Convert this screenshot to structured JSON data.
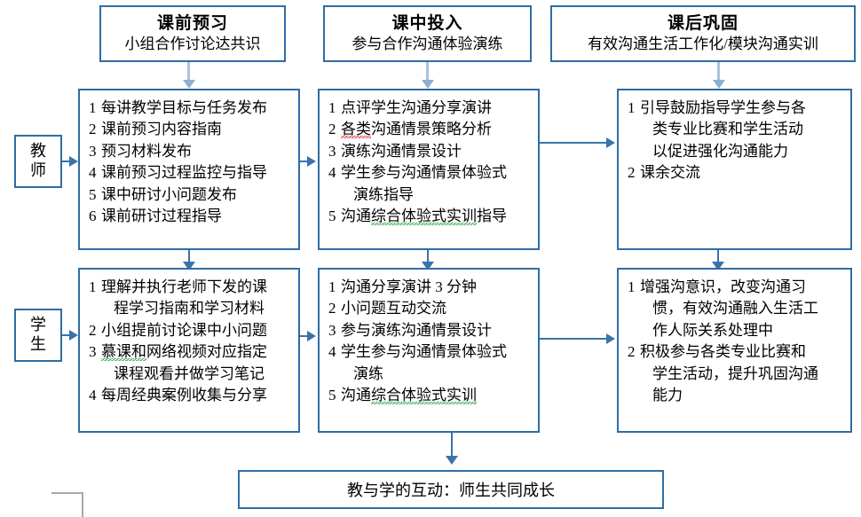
{
  "diagram": {
    "title_bottom": "教与学的互动：师生共同成长",
    "accent_color": "#2e6da4",
    "line_color": "#3a73a9",
    "roles": [
      {
        "name": "teacher",
        "chars": [
          "教",
          "师"
        ]
      },
      {
        "name": "student",
        "chars": [
          "学",
          "生"
        ]
      }
    ],
    "columns": [
      {
        "key": "before_class",
        "heading_main": "课前预习",
        "heading_sub": "小组合作讨论达共识"
      },
      {
        "key": "during_class",
        "heading_main": "课中投入",
        "heading_sub": "参与合作沟通体验演练"
      },
      {
        "key": "after_class",
        "heading_main": "课后巩固",
        "heading_sub": "有效沟通生活工作化/模块沟通实训"
      }
    ],
    "teacher_row": {
      "before_class": [
        {
          "n": "1",
          "lines": [
            {
              "t": "每讲教学目标与任务发布"
            }
          ]
        },
        {
          "n": "2",
          "lines": [
            {
              "t": "课前预习内容指南"
            }
          ]
        },
        {
          "n": "3",
          "lines": [
            {
              "t": "预习材料发布"
            }
          ]
        },
        {
          "n": "4",
          "lines": [
            {
              "t": "课前预习过程监控与指导"
            }
          ]
        },
        {
          "n": "5",
          "lines": [
            {
              "t": "课中研讨小问题发布"
            }
          ]
        },
        {
          "n": "6",
          "lines": [
            {
              "t": "课前研讨过程指导"
            }
          ]
        }
      ],
      "during_class": [
        {
          "n": "1",
          "lines": [
            {
              "t": "点评学生沟通分享演讲"
            }
          ]
        },
        {
          "n": "2",
          "lines": [
            {
              "t": "各类",
              "mark": "red"
            },
            {
              "t": "沟通情景策略分析"
            }
          ]
        },
        {
          "n": "3",
          "lines": [
            {
              "t": "演练沟通情景设计"
            }
          ]
        },
        {
          "n": "4",
          "lines": [
            {
              "t": "学生参与沟通情景体验式"
            },
            {
              "t": "演练指导",
              "cont": true
            }
          ]
        },
        {
          "n": "5",
          "lines": [
            {
              "t": "沟通"
            },
            {
              "t": "综合体验式实训",
              "mark": "green"
            },
            {
              "t": "指导"
            }
          ]
        }
      ],
      "after_class": [
        {
          "n": "1",
          "lines": [
            {
              "t": "引导鼓励指导学生参与各"
            },
            {
              "t": "类专业比赛和学生活动",
              "cont": true
            },
            {
              "t": "以促进强化沟通能力",
              "cont": true
            }
          ]
        },
        {
          "n": "2",
          "lines": [
            {
              "t": "课余交流"
            }
          ]
        }
      ]
    },
    "student_row": {
      "before_class": [
        {
          "n": "1",
          "lines": [
            {
              "t": "理解并执行老师下发的课"
            },
            {
              "t": "程学习指南和学习材料",
              "cont": true
            }
          ]
        },
        {
          "n": "2",
          "lines": [
            {
              "t": "小组提前讨论课中小问题"
            }
          ]
        },
        {
          "n": "3",
          "lines": [
            {
              "t": "慕课和",
              "mark": "green"
            },
            {
              "t": "网络视频对应指定"
            },
            {
              "t": "课程观看并做学习笔记",
              "cont": true
            }
          ]
        },
        {
          "n": "4",
          "lines": [
            {
              "t": "每周经典案例收集与分享"
            }
          ]
        }
      ],
      "during_class": [
        {
          "n": "1",
          "lines": [
            {
              "t": "沟通分享演讲 3 分钟"
            }
          ]
        },
        {
          "n": "2",
          "lines": [
            {
              "t": "小问题互动交流"
            }
          ]
        },
        {
          "n": "3",
          "lines": [
            {
              "t": "参与演练沟通情景设计"
            }
          ]
        },
        {
          "n": "4",
          "lines": [
            {
              "t": "学生参与沟通情景体验式"
            },
            {
              "t": "演练",
              "cont": true
            }
          ]
        },
        {
          "n": "5",
          "lines": [
            {
              "t": "沟通"
            },
            {
              "t": "综合体验式实训",
              "mark": "green"
            }
          ]
        }
      ],
      "after_class": [
        {
          "n": "1",
          "lines": [
            {
              "t": "增强沟意识，改变沟通习"
            },
            {
              "t": "惯，有效沟通融入生活工",
              "cont": true
            },
            {
              "t": "作人际关系处理中",
              "cont": true
            }
          ]
        },
        {
          "n": "2",
          "lines": [
            {
              "t": "积极参与各类专业比赛和"
            },
            {
              "t": "学生活动，提升巩固沟通",
              "cont": true
            },
            {
              "t": "能力",
              "cont": true
            }
          ]
        }
      ]
    }
  }
}
